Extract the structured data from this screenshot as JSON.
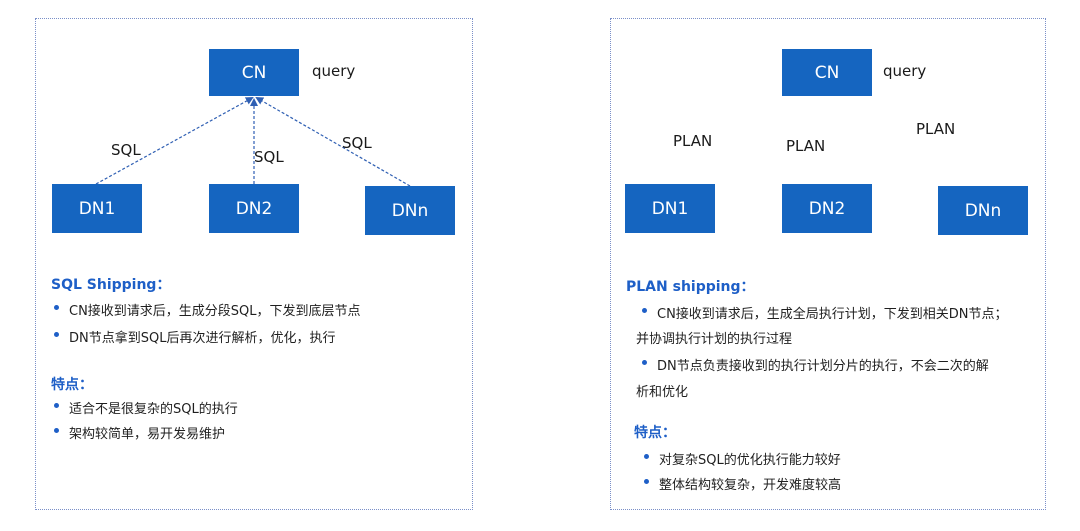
{
  "colors": {
    "node_fill": "#1565c0",
    "heading": "#1e5fc7",
    "bullet": "#1e5fc7",
    "panel_border": "#7a8fc8"
  },
  "left": {
    "nodes": {
      "cn": "CN",
      "dn1": "DN1",
      "dn2": "DN2",
      "dnn": "DNn"
    },
    "query_label": "query",
    "edge_labels": {
      "dn1": "SQL",
      "dn2": "SQL",
      "dnn": "SQL"
    },
    "heading": "SQL Shipping：",
    "bullets": [
      "CN接收到请求后，生成分段SQL，下发到底层节点",
      "DN节点拿到SQL后再次进行解析，优化，执行"
    ],
    "features_heading": "特点：",
    "features": [
      "适合不是很复杂的SQL的执行",
      "架构较简单，易开发易维护"
    ]
  },
  "right": {
    "nodes": {
      "cn": "CN",
      "dn1": "DN1",
      "dn2": "DN2",
      "dnn": "DNn"
    },
    "query_label": "query",
    "edge_labels": {
      "dn1": "PLAN",
      "dn2": "PLAN",
      "dnn": "PLAN"
    },
    "heading": "PLAN shipping：",
    "bullets": [
      {
        "line1": "CN接收到请求后，生成全局执行计划，下发到相关DN节点；",
        "line2": "并协调执行计划的执行过程"
      },
      {
        "line1": "DN节点负责接收到的执行计划分片的执行，不会二次的解",
        "line2": "析和优化"
      }
    ],
    "features_heading": "特点：",
    "features": [
      "对复杂SQL的优化执行能力较好",
      "整体结构较复杂，开发难度较高"
    ]
  }
}
